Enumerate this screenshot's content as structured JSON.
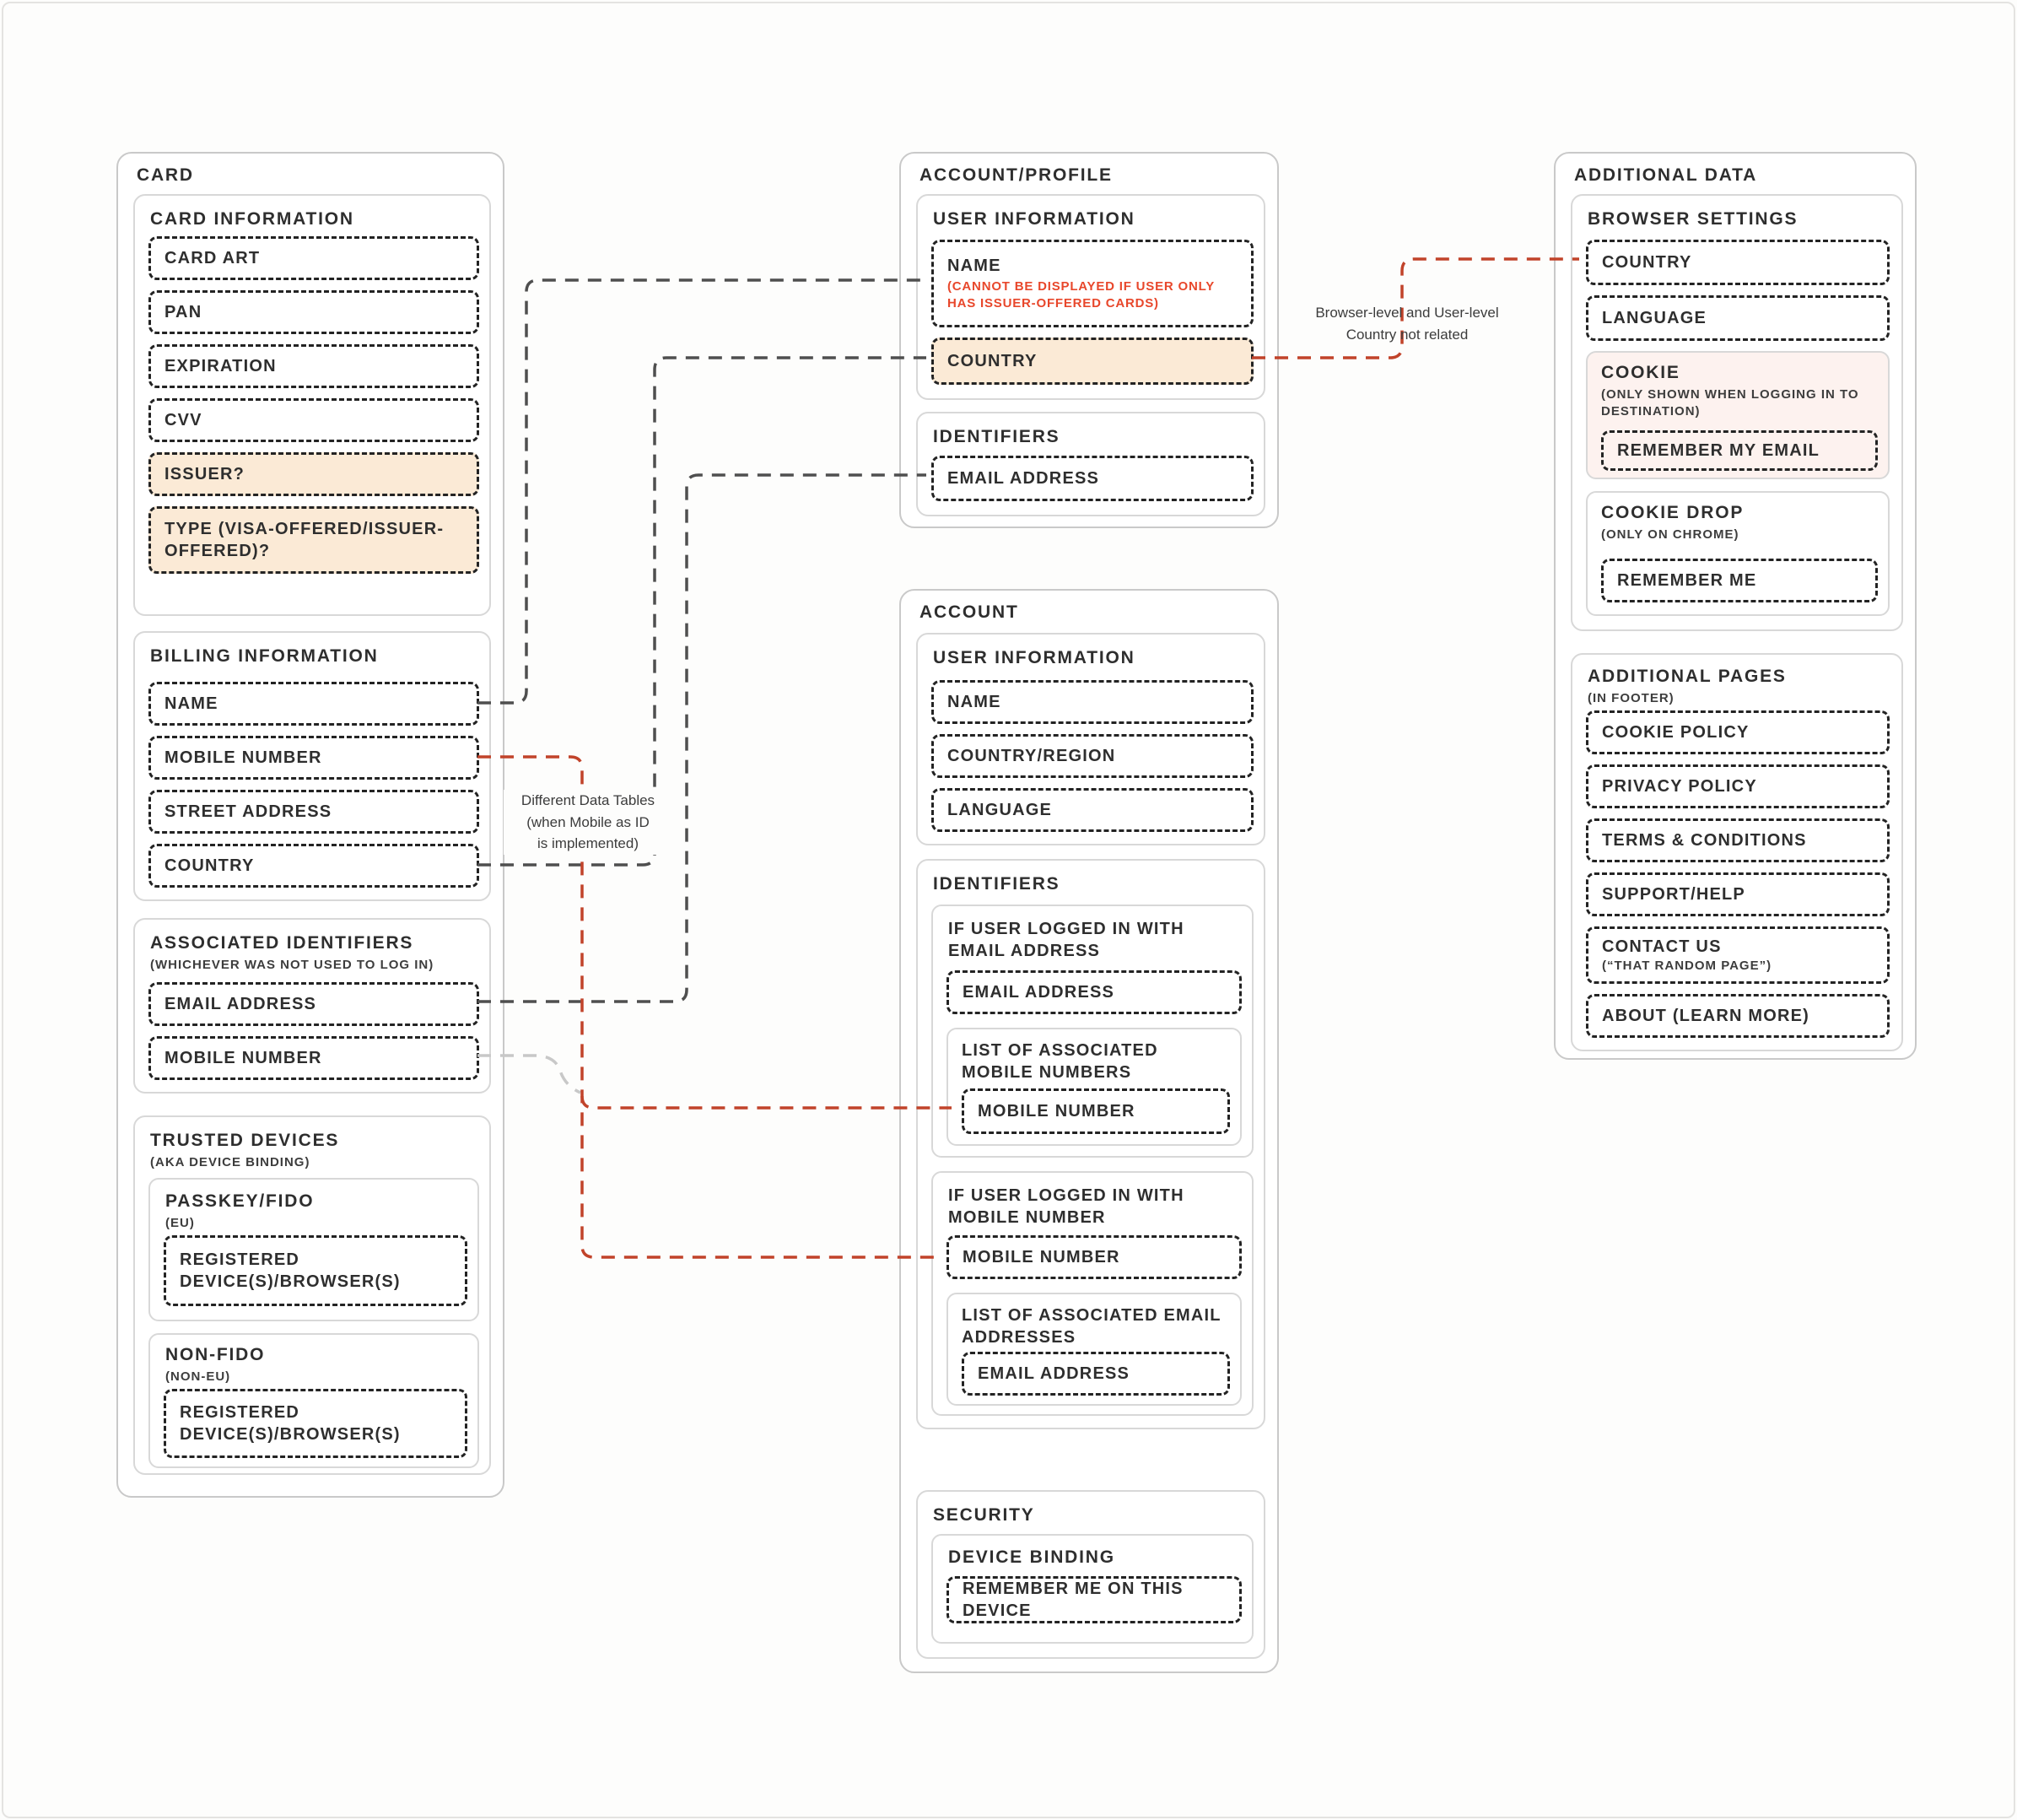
{
  "colors": {
    "connector_red": "#c1432a",
    "connector_grey": "#4f4f4f",
    "connector_light_grey": "#c8c8c8",
    "highlight_orange": "#fbead6",
    "highlight_pink": "#fdf2ef",
    "note_red": "#e8472b",
    "dashed_border": "#232323"
  },
  "card": {
    "title": "CARD",
    "info": {
      "title": "CARD INFORMATION",
      "card_art": "CARD ART",
      "pan": "PAN",
      "expiration": "EXPIRATION",
      "cvv": "CVV",
      "issuer": "ISSUER?",
      "type": "TYPE (VISA-OFFERED/ISSUER-OFFERED)?"
    },
    "billing": {
      "title": "BILLING INFORMATION",
      "name": "NAME",
      "mobile": "MOBILE NUMBER",
      "street": "STREET ADDRESS",
      "country": "COUNTRY"
    },
    "assoc": {
      "title": "ASSOCIATED IDENTIFIERS",
      "note": "(WHICHEVER WAS NOT USED TO LOG IN)",
      "email": "EMAIL ADDRESS",
      "mobile": "MOBILE NUMBER"
    },
    "trusted": {
      "title": "TRUSTED DEVICES",
      "note": "(AKA DEVICE BINDING)",
      "passkey": {
        "title": "PASSKEY/FIDO",
        "note": "(EU)",
        "registered": "REGISTERED DEVICE(S)/BROWSER(S)"
      },
      "nonfido": {
        "title": "NON-FIDO",
        "note": "(NON-EU)",
        "registered": "REGISTERED DEVICE(S)/BROWSER(S)"
      }
    }
  },
  "account_profile": {
    "title": "ACCOUNT/PROFILE",
    "user_info": {
      "title": "USER INFORMATION",
      "name": "NAME",
      "name_note": "(CANNOT BE DISPLAYED IF USER ONLY HAS ISSUER-OFFERED CARDS)",
      "country": "COUNTRY"
    },
    "identifiers": {
      "title": "IDENTIFIERS",
      "email": "EMAIL ADDRESS"
    }
  },
  "account": {
    "title": "ACCOUNT",
    "user_info": {
      "title": "USER INFORMATION",
      "name": "NAME",
      "country_region": "COUNTRY/REGION",
      "language": "LANGUAGE"
    },
    "identifiers": {
      "title": "IDENTIFIERS",
      "email_login": {
        "title": "IF USER LOGGED IN WITH EMAIL ADDRESS",
        "email": "EMAIL ADDRESS",
        "assoc_mobiles": {
          "title": "LIST OF ASSOCIATED MOBILE NUMBERS",
          "mobile": "MOBILE NUMBER"
        }
      },
      "mobile_login": {
        "title": "IF USER LOGGED IN WITH MOBILE NUMBER",
        "mobile": "MOBILE NUMBER",
        "assoc_emails": {
          "title": "LIST OF ASSOCIATED EMAIL ADDRESSES",
          "email": "EMAIL ADDRESS"
        }
      }
    },
    "security": {
      "title": "SECURITY",
      "device_binding": {
        "title": "DEVICE BINDING",
        "remember": "REMEMBER ME ON THIS DEVICE"
      }
    }
  },
  "additional_data": {
    "title": "ADDITIONAL DATA",
    "browser_settings": {
      "title": "BROWSER SETTINGS",
      "country": "COUNTRY",
      "language": "LANGUAGE",
      "cookie": {
        "title": "COOKIE",
        "note": "(ONLY SHOWN WHEN LOGGING IN TO DESTINATION)",
        "remember_email": "REMEMBER MY EMAIL"
      },
      "cookie_drop": {
        "title": "COOKIE DROP",
        "note": "(ONLY ON CHROME)",
        "remember_me": "REMEMBER ME"
      }
    },
    "additional_pages": {
      "title": "ADDITIONAL PAGES",
      "note": "(IN FOOTER)",
      "cookie_policy": "COOKIE POLICY",
      "privacy_policy": "PRIVACY POLICY",
      "terms": "TERMS & CONDITIONS",
      "support": "SUPPORT/HELP",
      "contact": "CONTACT US",
      "contact_note": "(“THAT RANDOM PAGE”)",
      "about": "ABOUT (LEARN MORE)"
    }
  },
  "connector_labels": {
    "different_tables": "Different Data Tables\n(when Mobile as ID\nis implemented)",
    "country_not_related": "Browser-level and User-level\nCountry not related"
  }
}
